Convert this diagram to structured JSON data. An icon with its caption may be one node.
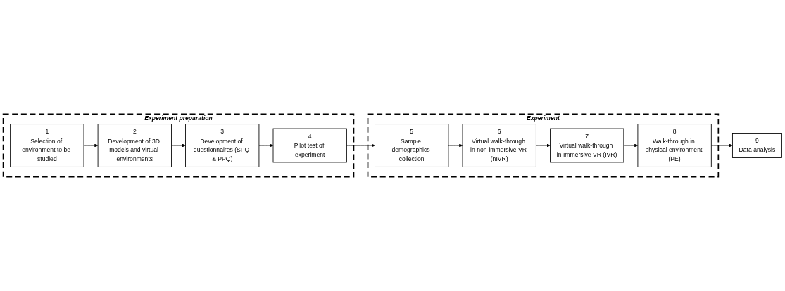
{
  "diagram": {
    "nodes": [
      {
        "text": [
          "Experiment preparation"
        ]
      },
      {
        "text": [
          "1",
          "Selection of environment to be studied"
        ],
        "in": 0
      },
      {
        "text": [
          "2",
          "Development of 3D models and virtual environments"
        ],
        "in": 0
      },
      {
        "text": [
          "3",
          "Development of questionnaires (SPQ & PPQ)"
        ],
        "in": 0
      },
      {
        "text": [
          "4",
          "Pilot test of experiment"
        ],
        "in": 0
      },
      {
        "text": [
          "Experiment"
        ]
      },
      {
        "text": [
          "5",
          "Sample demographics collection"
        ],
        "in": 5
      },
      {
        "text": [
          "6",
          "Virtual walk-through in non-immersive VR (nIVR)"
        ],
        "in": 5
      },
      {
        "text": [
          "7",
          "Virtual walk-through in Immersive VR (IVR)"
        ],
        "in": 5
      },
      {
        "text": [
          "8",
          "Walk-through in physical environment (PE)"
        ],
        "in": 5
      },
      {
        "text": [
          "9",
          "Data analysis"
        ]
      }
    ],
    "edges": [
      {
        "from": 1,
        "to": 2,
        "arrow": "to"
      },
      {
        "from": 2,
        "to": 3,
        "arrow": "to"
      },
      {
        "from": 3,
        "to": 4,
        "arrow": "to"
      },
      {
        "from": 4,
        "to": 6,
        "arrow": "to"
      },
      {
        "from": 6,
        "to": 7,
        "arrow": "to"
      },
      {
        "from": 7,
        "to": 8,
        "arrow": "to"
      },
      {
        "from": 8,
        "to": 9,
        "arrow": "to"
      },
      {
        "from": 9,
        "to": 10,
        "arrow": "to"
      }
    ]
  }
}
